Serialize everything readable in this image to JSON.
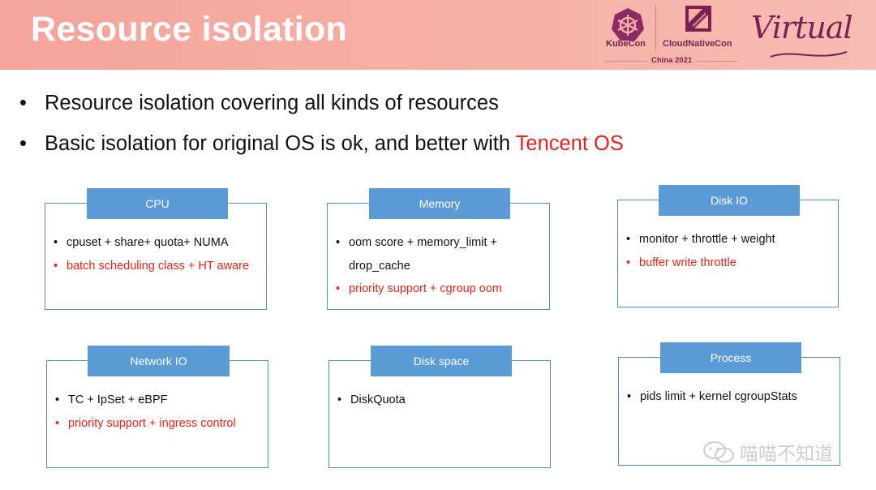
{
  "header": {
    "title": "Resource isolation",
    "logo_kubecon": "KubeCon",
    "logo_cncf": "CloudNativeCon",
    "event": "China 2021",
    "virtual": "Virtual"
  },
  "bullets": [
    {
      "text": "Resource isolation covering all kinds of resources",
      "highlight": ""
    },
    {
      "text": "Basic isolation for original OS is ok, and better with ",
      "highlight": "Tencent OS"
    }
  ],
  "boxes": {
    "cpu": {
      "title": "CPU",
      "items": [
        "cpuset + share+ quota+ NUMA",
        "batch scheduling class + HT aware"
      ]
    },
    "memory": {
      "title": "Memory",
      "items": [
        "oom score + memory_limit + drop_cache",
        "priority support + cgroup oom"
      ]
    },
    "disk_io": {
      "title": "Disk IO",
      "items": [
        "monitor + throttle + weight",
        "buffer write throttle"
      ]
    },
    "network_io": {
      "title": "Network IO",
      "items": [
        "TC + IpSet + eBPF",
        "priority support + ingress control"
      ]
    },
    "disk_space": {
      "title": "Disk space",
      "items": [
        "DiskQuota"
      ]
    },
    "process": {
      "title": "Process",
      "items": [
        "pids limit + kernel cgroupStats"
      ]
    }
  },
  "watermark": "喵喵不知道",
  "colors": {
    "banner": "#f6b0a6",
    "accent_red": "#e4231b",
    "box_border": "#4a90d9",
    "tab_fill": "#5b9bd5",
    "brand_purple": "#7b1f55"
  }
}
